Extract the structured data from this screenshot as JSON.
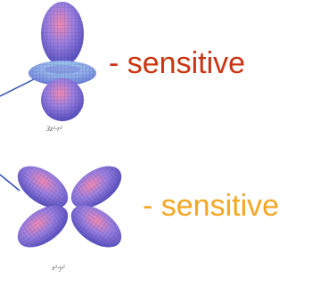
{
  "orbitals": [
    {
      "id": "dz2",
      "label": "3z²-r²",
      "caption": "- sensitive",
      "caption_color": "#cc3311"
    },
    {
      "id": "dx2y2",
      "label": "x²-y²",
      "caption": "- sensitive",
      "caption_color": "#f5a623"
    }
  ],
  "colors": {
    "pointer_line": "#2f4fb0",
    "lobe_fill": "#7a6fd8",
    "lobe_highlight": "#f07aa8",
    "lobe_mesh": "#3a3380"
  }
}
